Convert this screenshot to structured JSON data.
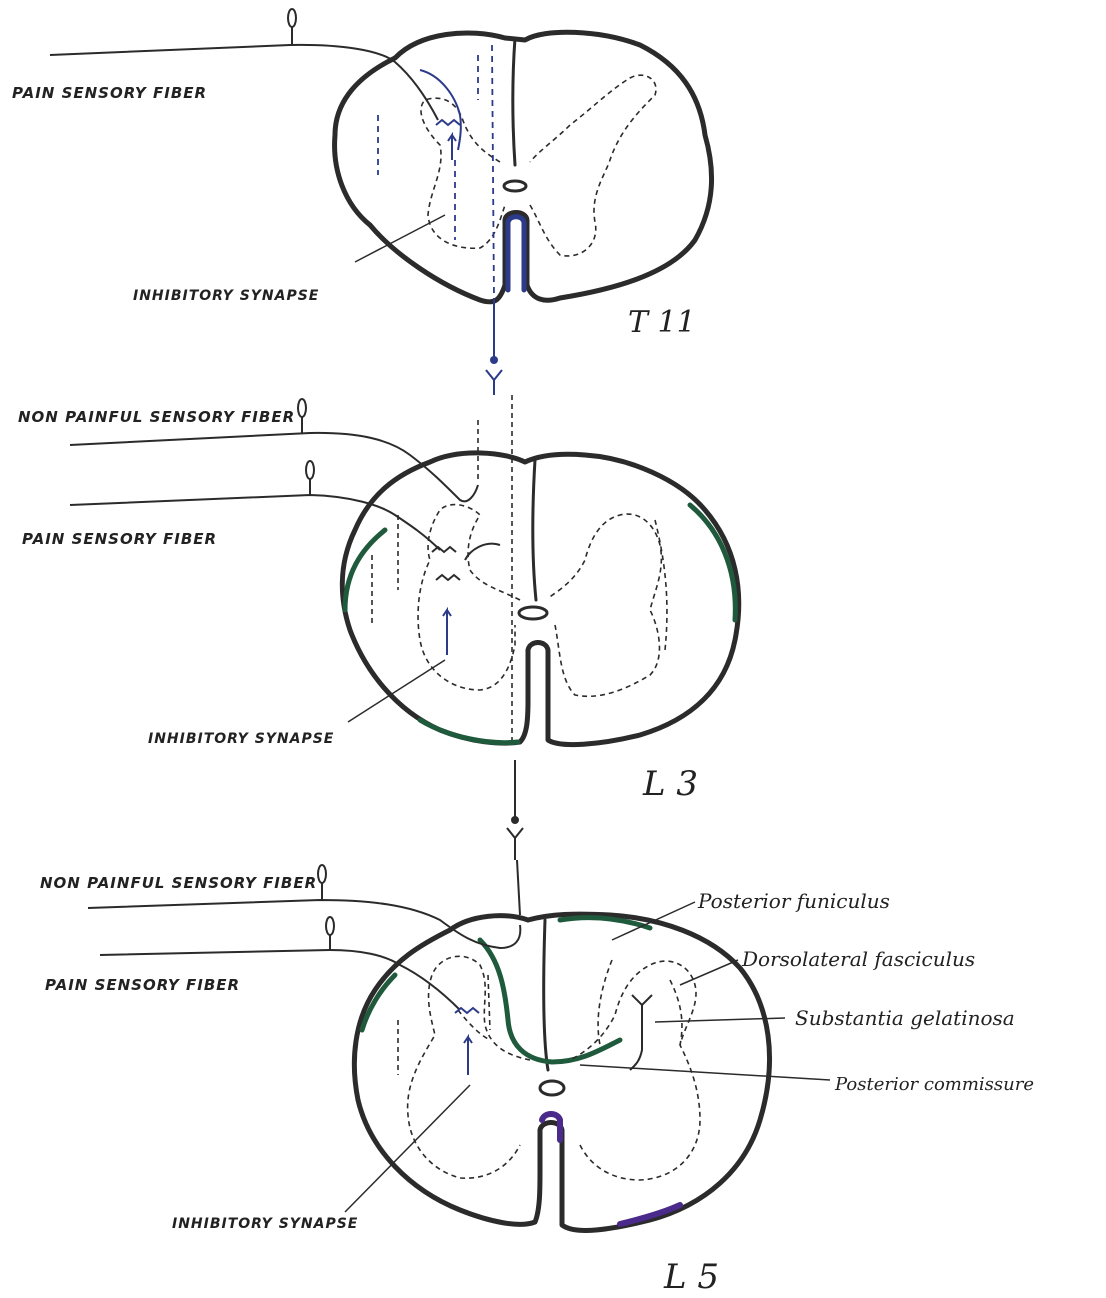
{
  "sections": {
    "t11": {
      "level": "T 11",
      "pain_label": "PAIN SENSORY FIBER",
      "synapse_label": "INHIBITORY SYNAPSE"
    },
    "l3": {
      "level": "L 3",
      "nonpain_label": "NON PAINFUL SENSORY FIBER",
      "pain_label": "PAIN SENSORY FIBER",
      "synapse_label": "INHIBITORY SYNAPSE"
    },
    "l5": {
      "level": "L 5",
      "nonpain_label": "NON PAINFUL SENSORY FIBER",
      "pain_label": "PAIN SENSORY FIBER",
      "synapse_label": "INHIBITORY SYNAPSE"
    }
  },
  "annotations": {
    "posterior_funiculus": "Posterior funiculus",
    "dorsolateral_fasciculus": "Dorsolateral fasciculus",
    "substantia_gelatinosa": "Substantia gelatinosa",
    "posterior_commissure": "Posterior commissure"
  },
  "colors": {
    "ink": "#2b2b2b",
    "blue_ink": "#2c3a8a",
    "green_ink": "#1f5a3c",
    "purple_ink": "#4a2a8a"
  }
}
